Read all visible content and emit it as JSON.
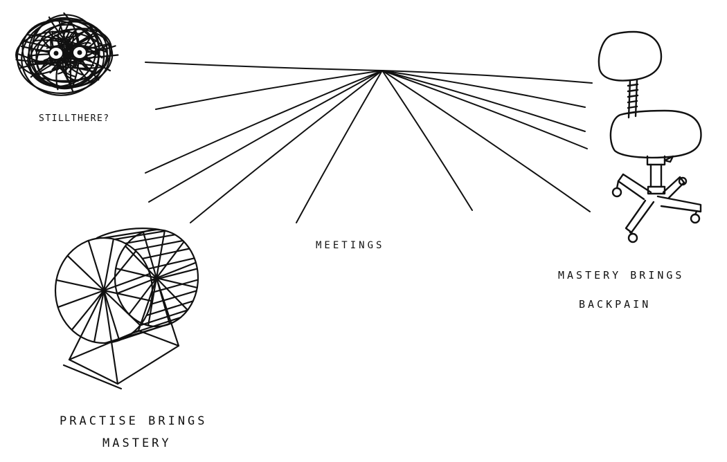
{
  "captions": {
    "still_there": "STILLTHERE?",
    "meetings": "MEETINGS",
    "mastery_backpain_line1": "MASTERY BRINGS",
    "mastery_backpain_line2": "BACKPAIN",
    "practise_line1": "PRACTISE BRINGS",
    "practise_line2": "MASTERY"
  },
  "ink_color": "#111111",
  "paper_color": "#ffffff",
  "illustrations": [
    "scribble-creature",
    "fan-of-lines",
    "office-chair",
    "hamster-wheel"
  ]
}
